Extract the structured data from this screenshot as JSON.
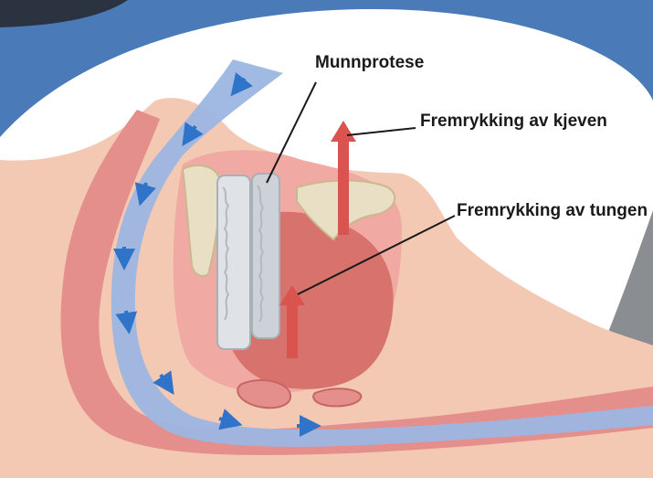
{
  "labels": {
    "mouthpiece": "Munnprotese",
    "jaw_advancement": "Fremrykking av kjeven",
    "tongue_advancement": "Fremrykking av tungen"
  },
  "colors": {
    "background": "#4a7ab8",
    "pillow": "#ffffff",
    "skin": "#f3c9b4",
    "tissue": "#e58f8c",
    "airway": "#9cb6e2",
    "airway_arrow": "#2f74c8",
    "tongue": "#d7726d",
    "teeth": "#e9dfc4",
    "mouthpiece": "#dfe3e8",
    "advance_arrow": "#d9534f"
  }
}
